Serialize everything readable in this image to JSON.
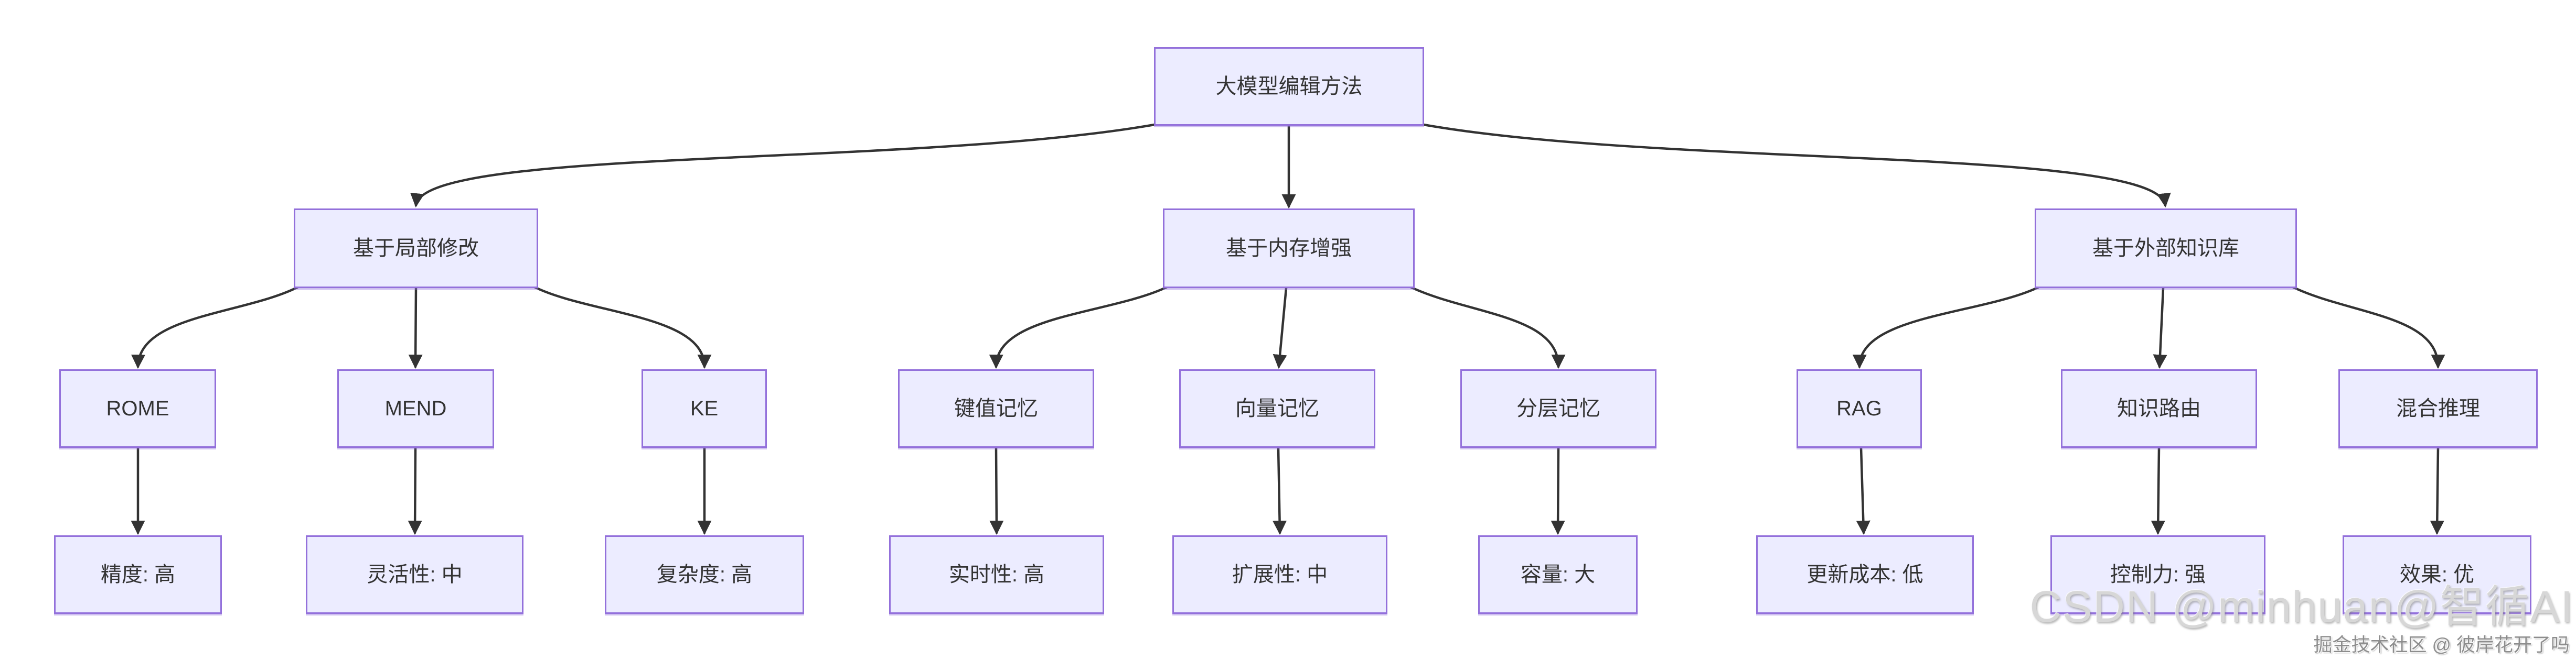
{
  "diagram": {
    "root": {
      "label": "大模型编辑方法"
    },
    "branches": [
      {
        "label": "基于局部修改",
        "methods": [
          {
            "label": "ROME",
            "attribute": "精度: 高"
          },
          {
            "label": "MEND",
            "attribute": "灵活性: 中"
          },
          {
            "label": "KE",
            "attribute": "复杂度: 高"
          }
        ]
      },
      {
        "label": "基于内存增强",
        "methods": [
          {
            "label": "键值记忆",
            "attribute": "实时性: 高"
          },
          {
            "label": "向量记忆",
            "attribute": "扩展性: 中"
          },
          {
            "label": "分层记忆",
            "attribute": "容量: 大"
          }
        ]
      },
      {
        "label": "基于外部知识库",
        "methods": [
          {
            "label": "RAG",
            "attribute": "更新成本: 低"
          },
          {
            "label": "知识路由",
            "attribute": "控制力: 强"
          },
          {
            "label": "混合推理",
            "attribute": "效果: 优"
          }
        ]
      }
    ]
  },
  "watermarks": {
    "csdn": "CSDN @minhuan@智循AI",
    "juejin": "掘金技术社区 @ 彼岸花开了吗"
  },
  "colors": {
    "node_fill": "#ECECFF",
    "node_border": "#9370DB",
    "edge": "#333333",
    "node_text": "#333333",
    "watermark_big": "#d7d7d7",
    "watermark_small": "#8d8d8d"
  }
}
